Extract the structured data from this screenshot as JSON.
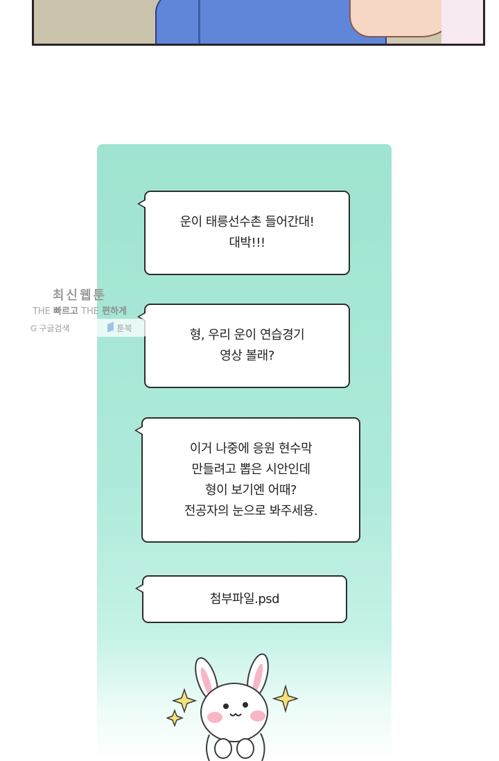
{
  "chat": {
    "messages": [
      {
        "lines": [
          "운이 태릉선수촌 들어간대!",
          "대박!!!"
        ]
      },
      {
        "lines": [
          "형, 우리 운이 연습경기",
          "영상 볼래?"
        ]
      },
      {
        "lines": [
          "이거 나중에 응원 현수막",
          "만들려고 뽑은 시안인데",
          "형이 보기엔 어때?",
          "전공자의 눈으로 봐주세용."
        ]
      },
      {
        "lines": [
          "첨부파일.psd"
        ]
      }
    ]
  },
  "watermark": {
    "title": "최신웹툰",
    "the1": "THE",
    "fast": "빠르고",
    "the2": "THE",
    "easy": "편하게",
    "google_letter": "G",
    "google_label": "구글검색",
    "book_label": "툰북"
  },
  "colors": {
    "chat_background": "#a8e8d8",
    "bubble_border": "#2d2d2d",
    "bubble_fill": "#ffffff",
    "sparkle": "#f5e27a",
    "bunny_cheek": "#f8b6c4"
  },
  "icons": [
    "google-g-icon",
    "book-icon",
    "sparkle-icon",
    "bunny-sticker"
  ]
}
